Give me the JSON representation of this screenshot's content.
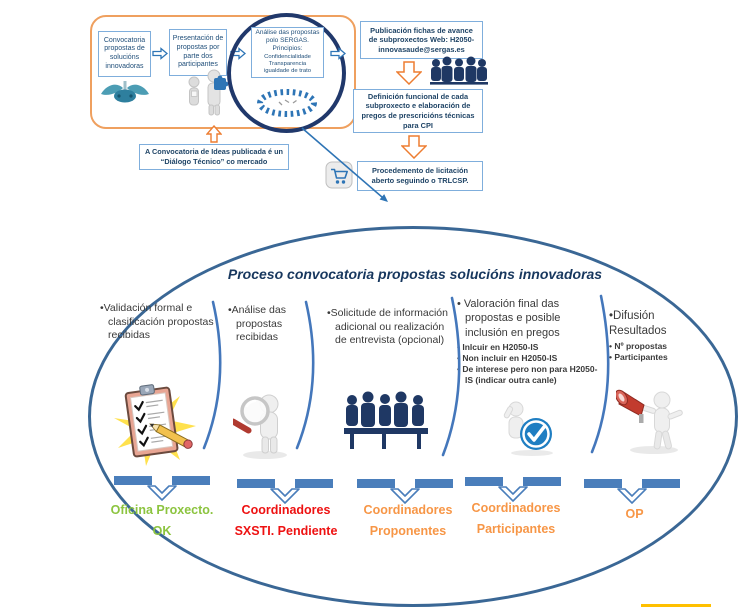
{
  "top": {
    "flow_boxes": [
      {
        "label": "Convocatoria propostas de solucións innovadoras"
      },
      {
        "label": "Presentación de propostas por parte dos participantes"
      },
      {
        "label": "Análise das propostas polo SERGAS. Principios:",
        "bullets": [
          "Confidencialidade",
          "Transparencia",
          "igualdade de trato"
        ]
      }
    ],
    "note_box": "A Convocatoria de Ideas publicada é un “Diálogo Técnico” co mercado",
    "right_boxes": [
      "Publicación fichas de avance de subproxectos Web: H2050-innovasaude@sergas.es",
      "Definición funcional de cada subproxecto e elaboración de pregos de prescricións técnicas para CPI",
      "Procedemento de licitación aberto seguindo o TRLCSP."
    ]
  },
  "ellipse": {
    "title": "Proceso convocatoria propostas solucións innovadoras",
    "steps": [
      {
        "text": "•Validación formal e clasificación propostas recibidas",
        "owner": "Oficina Proxecto. OK",
        "owner_color": "#8CC43F"
      },
      {
        "text": "•Análise das propostas recibidas",
        "owner": "Coordinadores SXSTI. Pendiente",
        "owner_color": "#EE1111"
      },
      {
        "text": "•Solicitude de información adicional ou realización de entrevista (opcional)",
        "owner": "Coordinadores Proponentes",
        "owner_color": "#F79646"
      },
      {
        "text": "• Valoración final das propostas e posible inclusión en pregos",
        "subbullets": [
          "• Inlcuir en H2050-IS",
          "• Non incluir en H2050-IS",
          "• De interese pero non para H2050-IS (indicar outra canle)"
        ],
        "owner": "Coordinadores Participantes",
        "owner_color": "#F79646"
      },
      {
        "text": "•Difusión Resultados",
        "subbullets": [
          "• Nº propostas",
          "• Participantes"
        ],
        "owner": "OP",
        "owner_color": "#F79646"
      }
    ]
  },
  "icons": {
    "cart": "shopping-cart-icon",
    "flow_arrow": "right-arrow-icon",
    "up_arrow": "up-arrow-icon",
    "down_arrow": "down-arrow-icon",
    "images": [
      "collaboration-image",
      "puzzle-people-image",
      "people-circle-image",
      "audience-silhouette-image",
      "checklist-clipboard-image",
      "magnifier-figure-image",
      "meeting-silhouette-image",
      "approval-check-image",
      "megaphone-figure-image"
    ]
  },
  "colors": {
    "container_orange": "#EFA05F",
    "arrow_orange": "#ED7D31",
    "box_border_blue": "#7FAEDC",
    "navy_text": "#1F4466",
    "circle_navy": "#20386B",
    "ellipse_border": "#3A6795",
    "bar_blue": "#4A7EBB",
    "green_label": "#8CC43F",
    "red_label": "#EE1111",
    "orange_label": "#F79646",
    "yellow_marker": "#FFC000"
  }
}
